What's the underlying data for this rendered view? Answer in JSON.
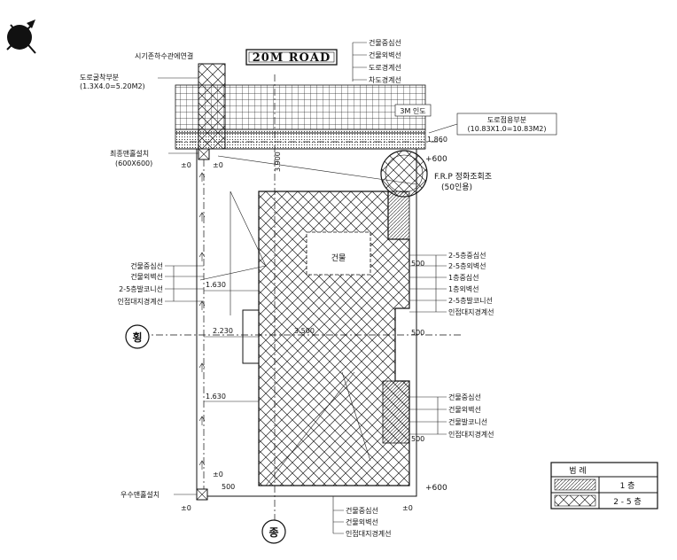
{
  "road": {
    "label": "20M ROAD",
    "sewer_note": "시기존하수관에연결"
  },
  "top_callouts": [
    "건물중심선",
    "건물외벽선",
    "도로경계선",
    "차도경계선"
  ],
  "corner_note": {
    "title": "도로굴착부분",
    "area": "(1.3X4.0=5.20M2)"
  },
  "sidewalk": {
    "width_label": "3M 인도"
  },
  "occupancy": {
    "title": "도로점용부분",
    "area": "(10.83X1.0=10.83M2)"
  },
  "manhole_top": {
    "title": "최종맨홀설치",
    "size": "(600X600)"
  },
  "manhole_bottom": {
    "title": "우수맨홀설치"
  },
  "septic": {
    "title": "F.R.P 정화조회조",
    "capacity": "(50인용)"
  },
  "building_label": "건물",
  "left_callouts": [
    "건물중심선",
    "건물외벽선",
    "2-5층발코니선",
    "인접대지경계선"
  ],
  "right_callouts_upper": [
    "2-5층중심선",
    "2-5층외벽선",
    "1층중심선",
    "1층외벽선",
    "2-5층발코니선",
    "인접대지경계선"
  ],
  "right_callouts_lower": [
    "건물중심선",
    "건물외벽선",
    "건물발코니선",
    "인접대지경계선"
  ],
  "bottom_callouts": [
    "건물중심선",
    "건물외벽선",
    "인접대지경계선"
  ],
  "levels": {
    "zero": "±0",
    "plus600": "+600"
  },
  "dims": {
    "d1630a": "1.630",
    "d2230": "2.230",
    "d1630b": "1.630",
    "d500": "500",
    "d1860": "1.860",
    "d3900": "3.900",
    "d3500": "3.500"
  },
  "axis_marks": {
    "horizontal": "횡",
    "vertical": "종"
  },
  "legend": {
    "title": "범 례",
    "rows": [
      {
        "label": "1 층"
      },
      {
        "label": "2 - 5 층"
      }
    ]
  }
}
